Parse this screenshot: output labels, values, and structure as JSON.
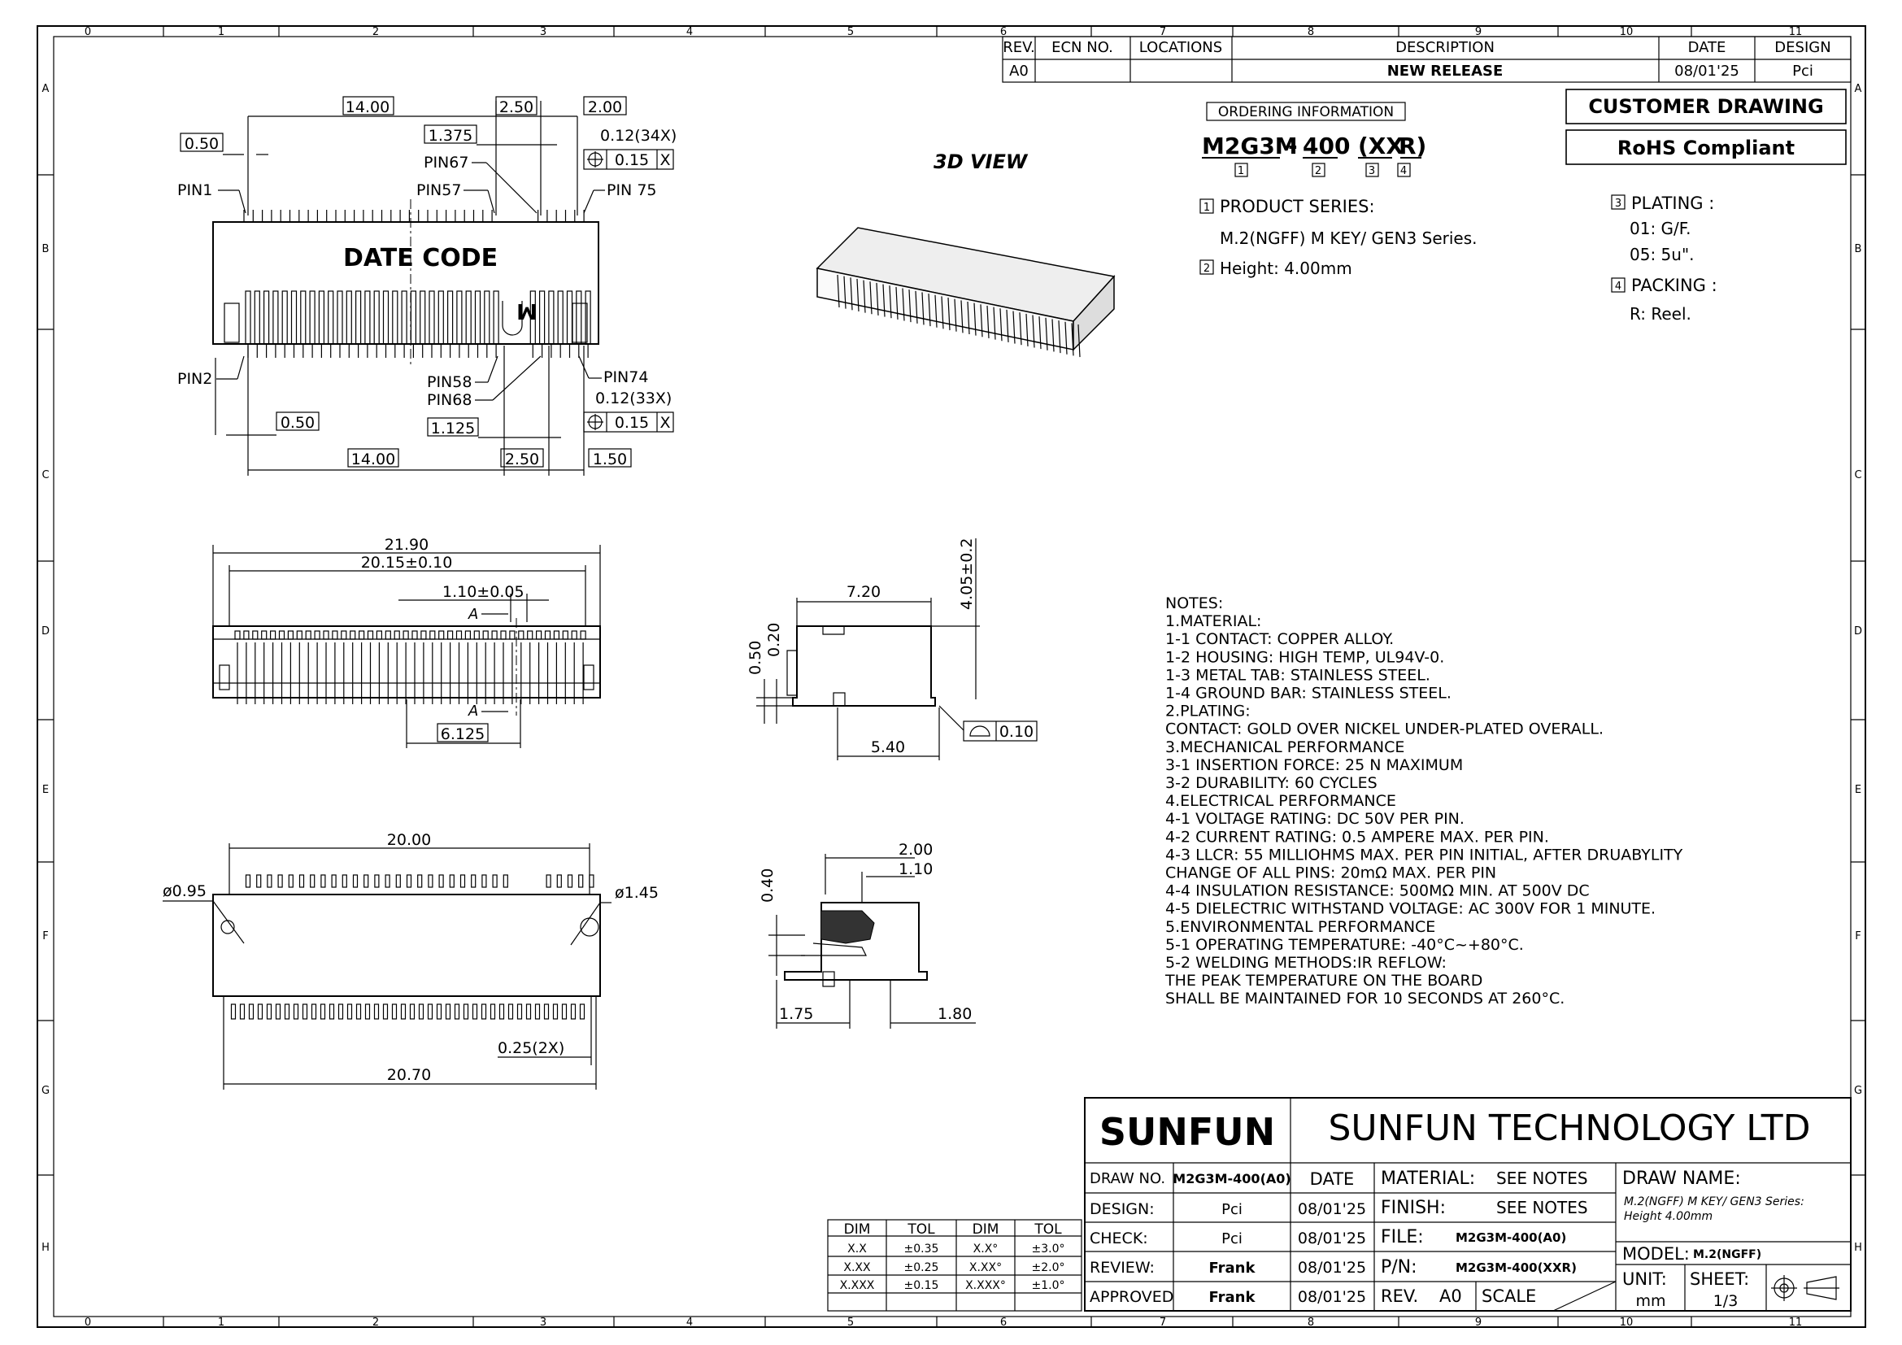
{
  "grid": {
    "cols": [
      "0",
      "1",
      "2",
      "3",
      "4",
      "5",
      "6",
      "7",
      "8",
      "9",
      "10",
      "11"
    ],
    "rows": [
      "A",
      "B",
      "C",
      "D",
      "E",
      "F",
      "G",
      "H"
    ]
  },
  "revision_block": {
    "headers": [
      "REV.",
      "ECN NO.",
      "LOCATIONS",
      "DESCRIPTION",
      "DATE",
      "DESIGN"
    ],
    "row": [
      "A0",
      "",
      "",
      "NEW RELEASE",
      "08/01'25",
      "Pci"
    ]
  },
  "badges": {
    "customer_drawing": "CUSTOMER DRAWING",
    "rohs": "RoHS Compliant"
  },
  "ordering": {
    "title": "ORDERING INFORMATION",
    "part": [
      "M2G3M",
      "-",
      "400",
      "(XX",
      "R)"
    ],
    "index": [
      "1",
      "2",
      "3",
      "4"
    ],
    "product_series_label": "PRODUCT SERIES:",
    "product_series_value": "M.2(NGFF) M KEY/ GEN3 Series.",
    "height": "Height: 4.00mm",
    "plating_label": "PLATING :",
    "plating_opts": [
      "01: G/F.",
      "05: 5u\"."
    ],
    "packing_label": "PACKING :",
    "packing_opts": [
      "R: Reel."
    ]
  },
  "view_3d_label": "3D VIEW",
  "top_view": {
    "date_code": "DATE CODE",
    "key_mark": "M",
    "dims": {
      "d14_top": "14.00",
      "d250_top": "2.50",
      "d200": "2.00",
      "d050_top": "0.50",
      "d1375": "1.375",
      "tol_top": "0.12(34X)",
      "fcf_top": "0.15",
      "d050_bot": "0.50",
      "d1125": "1.125",
      "tol_bot": "0.12(33X)",
      "fcf_bot": "0.15",
      "d14_bot": "14.00",
      "d250_bot": "2.50",
      "d150": "1.50",
      "datum": "X"
    },
    "pins": {
      "pin1": "PIN1",
      "pin2": "PIN2",
      "pin57": "PIN57",
      "pin67": "PIN67",
      "pin75": "PIN 75",
      "pin58": "PIN58",
      "pin68": "PIN68",
      "pin74": "PIN74"
    }
  },
  "front_view": {
    "d2190": "21.90",
    "d2015": "20.15±0.10",
    "d110": "1.10±0.05",
    "d6125": "6.125",
    "section": "A"
  },
  "side_view": {
    "d720": "7.20",
    "d405": "4.05±0.2",
    "d050": "0.50",
    "d020": "0.20",
    "d540": "5.40",
    "flat": "0.10"
  },
  "bottom_view": {
    "d2000": "20.00",
    "d095": "ø0.95",
    "d145": "ø1.45",
    "d025": "0.25(2X)",
    "d2070": "20.70"
  },
  "section_view": {
    "d200": "2.00",
    "d110": "1.10",
    "d040": "0.40",
    "d175": "1.75",
    "d180": "1.80"
  },
  "notes": [
    "NOTES:",
    "1.MATERIAL:",
    "  1-1  CONTACT:   COPPER ALLOY.",
    "  1-2  HOUSING:   HIGH TEMP, UL94V-0.",
    "  1-3  METAL TAB:   STAINLESS STEEL.",
    "  1-4  GROUND BAR:   STAINLESS STEEL.",
    "2.PLATING:",
    "  CONTACT: GOLD OVER NICKEL UNDER-PLATED OVERALL.",
    "3.MECHANICAL PERFORMANCE",
    "  3-1  INSERTION FORCE: 25 N MAXIMUM",
    "  3-2  DURABILITY: 60 CYCLES",
    "4.ELECTRICAL PERFORMANCE",
    "  4-1  VOLTAGE RATING: DC 50V PER PIN.",
    "  4-2  CURRENT RATING: 0.5 AMPERE MAX. PER PIN.",
    "  4-3  LLCR: 55 MILLIOHMS MAX. PER PIN INITIAL, AFTER DRUABYLITY",
    "         CHANGE OF ALL PINS: 20mΩ MAX. PER PIN",
    "  4-4  INSULATION RESISTANCE: 500MΩ MIN. AT 500V DC",
    "  4-5  DIELECTRIC WITHSTAND VOLTAGE: AC 300V FOR 1 MINUTE.",
    "5.ENVIRONMENTAL PERFORMANCE",
    "  5-1  OPERATING TEMPERATURE: -40°C~+80°C.",
    "  5-2  WELDING METHODS:IR REFLOW:",
    "       THE PEAK TEMPERATURE ON THE BOARD",
    "       SHALL BE MAINTAINED FOR 10 SECONDS AT 260°C."
  ],
  "tolerance_table": {
    "headers": [
      "DIM",
      "TOL",
      "DIM",
      "TOL"
    ],
    "rows": [
      [
        "X.X",
        "±0.35",
        "X.X°",
        "±3.0°"
      ],
      [
        "X.XX",
        "±0.25",
        "X.XX°",
        "±2.0°"
      ],
      [
        "X.XXX",
        "±0.15",
        "X.XXX°",
        "±1.0°"
      ]
    ]
  },
  "title_block": {
    "logo": "SUNFUN",
    "company": "SUNFUN TECHNOLOGY LTD",
    "draw_no_label": "DRAW NO.",
    "draw_no": "M2G3M-400(A0)",
    "date_label": "DATE",
    "rows": [
      {
        "label": "DESIGN:",
        "name": "Pci",
        "date": "08/01'25"
      },
      {
        "label": "CHECK:",
        "name": "Pci",
        "date": "08/01'25"
      },
      {
        "label": "REVIEW:",
        "name": "Frank",
        "date": "08/01'25"
      },
      {
        "label": "APPROVED",
        "name": "Frank",
        "date": "08/01'25"
      }
    ],
    "material_label": "MATERIAL:",
    "material": "SEE NOTES",
    "finish_label": "FINISH:",
    "finish": "SEE NOTES",
    "file_label": "FILE:",
    "file": "M2G3M-400(A0)",
    "pn_label": "P/N:",
    "pn": "M2G3M-400(XXR)",
    "rev_label": "REV.",
    "rev": "A0",
    "scale_label": "SCALE",
    "draw_name_label": "DRAW NAME:",
    "draw_name_1": "M.2(NGFF) M KEY/ GEN3 Series:",
    "draw_name_2": "Height 4.00mm",
    "model_label": "MODEL:",
    "model": "M.2(NGFF)",
    "unit_label": "UNIT:",
    "unit": "mm",
    "sheet_label": "SHEET:",
    "sheet": "1/3"
  }
}
